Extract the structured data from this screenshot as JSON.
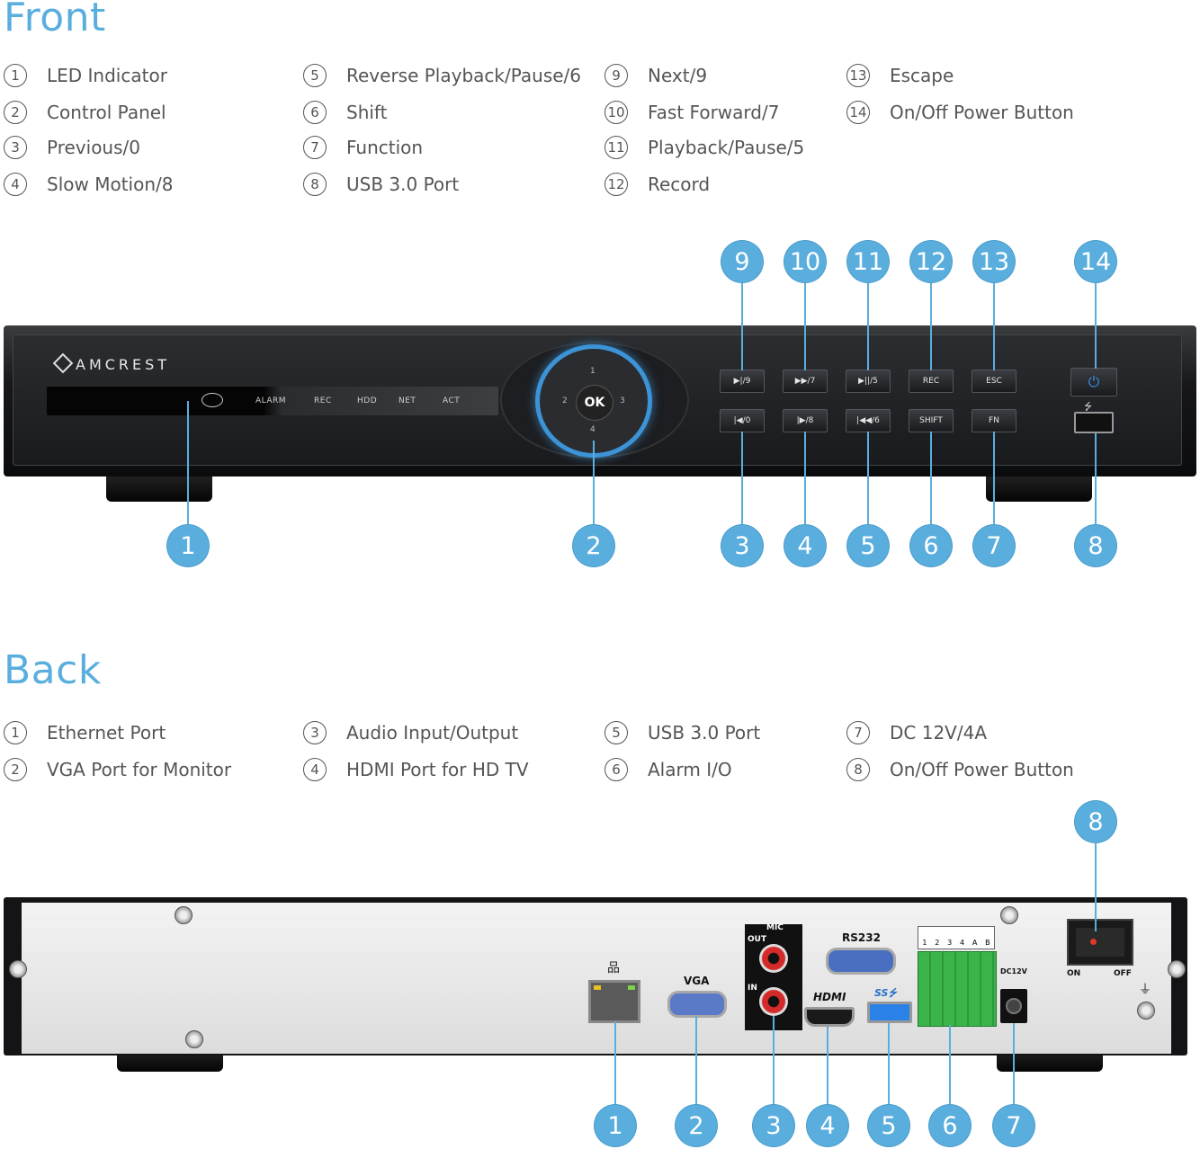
{
  "front": {
    "title": "Front",
    "legend": [
      {
        "num": "1",
        "label": "LED Indicator"
      },
      {
        "num": "2",
        "label": "Control Panel"
      },
      {
        "num": "3",
        "label": "Previous/0"
      },
      {
        "num": "4",
        "label": "Slow Motion/8"
      },
      {
        "num": "5",
        "label": "Reverse Playback/Pause/6"
      },
      {
        "num": "6",
        "label": "Shift"
      },
      {
        "num": "7",
        "label": "Function"
      },
      {
        "num": "8",
        "label": "USB 3.0 Port"
      },
      {
        "num": "9",
        "label": "Next/9"
      },
      {
        "num": "10",
        "label": "Fast Forward/7"
      },
      {
        "num": "11",
        "label": "Playback/Pause/5"
      },
      {
        "num": "12",
        "label": "Record"
      },
      {
        "num": "13",
        "label": "Escape"
      },
      {
        "num": "14",
        "label": "On/Off Power Button"
      }
    ],
    "brand": "AMCREST",
    "led_labels": [
      "ALARM",
      "REC",
      "HDD",
      "NET",
      "ACT"
    ],
    "keys_top": [
      "▶|/9",
      "▶▶/7",
      "▶||/5",
      "REC",
      "ESC"
    ],
    "keys_bottom": [
      "|◀/0",
      "|▶/8",
      "|◀◀/6",
      "SHIFT",
      "FN"
    ],
    "dpad": {
      "center": "OK",
      "up": "1",
      "left": "2",
      "right": "3",
      "down": "4"
    },
    "callouts": [
      "1",
      "2",
      "3",
      "4",
      "5",
      "6",
      "7",
      "8",
      "9",
      "10",
      "11",
      "12",
      "13",
      "14"
    ]
  },
  "back": {
    "title": "Back",
    "legend": [
      {
        "num": "1",
        "label": "Ethernet Port"
      },
      {
        "num": "2",
        "label": "VGA Port for Monitor"
      },
      {
        "num": "3",
        "label": "Audio Input/Output"
      },
      {
        "num": "4",
        "label": "HDMI Port for HD TV"
      },
      {
        "num": "5",
        "label": "USB 3.0 Port"
      },
      {
        "num": "6",
        "label": "Alarm I/O"
      },
      {
        "num": "7",
        "label": "DC 12V/4A"
      },
      {
        "num": "8",
        "label": "On/Off Power Button"
      }
    ],
    "port_labels": {
      "vga": "VGA",
      "mic": "MIC",
      "out": "OUT",
      "in": "IN",
      "rs232": "RS232",
      "hdmi": "HDMI",
      "dc": "DC12V",
      "on": "ON",
      "off": "OFF"
    },
    "alarm_top": [
      "1",
      "2",
      "3",
      "4",
      "A",
      "B"
    ],
    "callouts": [
      "1",
      "2",
      "3",
      "4",
      "5",
      "6",
      "7",
      "8"
    ]
  },
  "colors": {
    "accent": "#5aaede",
    "text": "#555555",
    "device": "#16171a"
  }
}
